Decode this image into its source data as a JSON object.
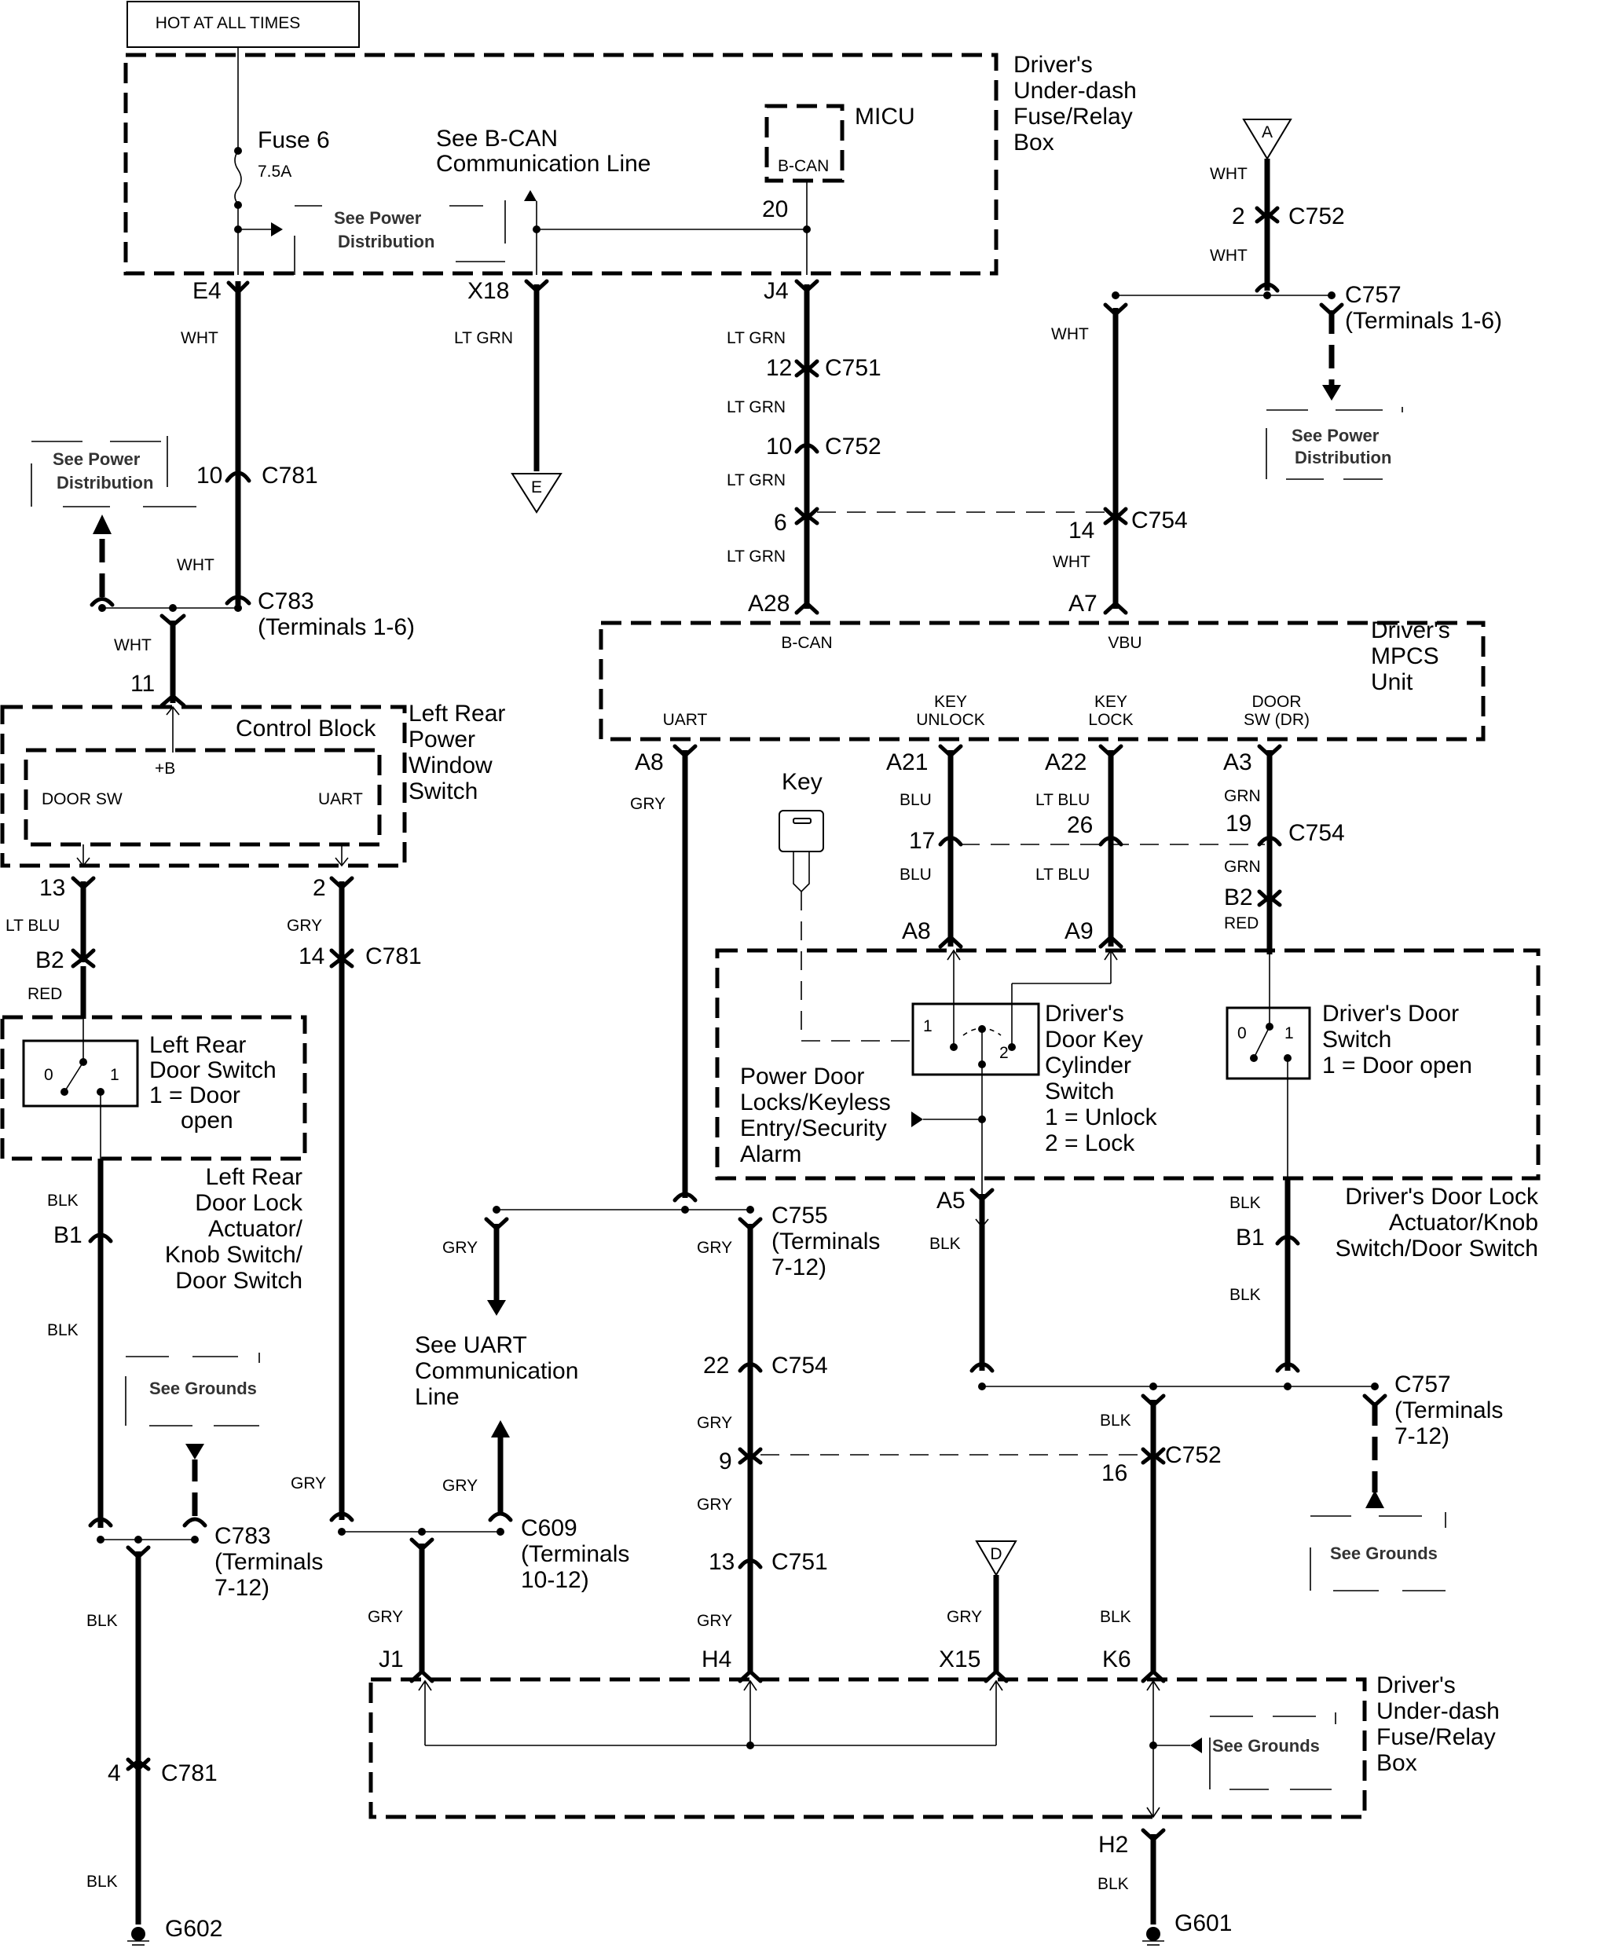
{
  "diagram": {
    "title_box": "HOT AT ALL TIMES",
    "components": {
      "fuse_box_top": [
        "Driver's",
        "Under-dash",
        "Fuse/Relay",
        "Box"
      ],
      "fuse_box_bottom": [
        "Driver's",
        "Under-dash",
        "Fuse/Relay",
        "Box"
      ],
      "micu": "MICU",
      "micu_pin": "B-CAN",
      "mpcs_unit": [
        "Driver's",
        "MPCS",
        "Unit"
      ],
      "mpcs_pins": {
        "bcan": "B-CAN",
        "vbu": "VBU",
        "uart": "UART",
        "key_unlock": [
          "KEY",
          "UNLOCK"
        ],
        "key_lock": [
          "KEY",
          "LOCK"
        ],
        "door_sw": [
          "DOOR",
          "SW (DR)"
        ]
      },
      "lr_window_switch": [
        "Left Rear",
        "Power",
        "Window",
        "Switch"
      ],
      "control_block": "Control Block",
      "control_block_pins": {
        "b": "+B",
        "door_sw": "DOOR SW",
        "uart": "UART"
      },
      "lr_door_switch": [
        "Left Rear",
        "Door Switch",
        "1 = Door",
        "open"
      ],
      "lr_door_lock_actuator": [
        "Left Rear",
        "Door Lock",
        "Actuator/",
        "Knob Switch/",
        "Door Switch"
      ],
      "key": "Key",
      "key_cylinder_switch": [
        "Driver's",
        "Door Key",
        "Cylinder",
        "Switch",
        "1 = Unlock",
        "2 = Lock"
      ],
      "power_door_locks": [
        "Power Door",
        "Locks/Keyless",
        "Entry/Security",
        "Alarm"
      ],
      "drivers_door_switch": [
        "Driver's Door",
        "Switch",
        "1 = Door open"
      ],
      "drivers_door_lock_actuator": [
        "Driver's Door Lock",
        "Actuator/Knob",
        "Switch/Door Switch"
      ],
      "switch_positions": {
        "zero": "0",
        "one": "1",
        "two": "2"
      }
    },
    "fuse": {
      "name": "Fuse 6",
      "rating": "7.5A"
    },
    "references": {
      "see_bcan": [
        "See B-CAN",
        "Communication Line"
      ],
      "see_uart": [
        "See UART",
        "Communication",
        "Line"
      ],
      "see_power": [
        "See Power",
        "Distribution"
      ],
      "see_grounds": "See Grounds"
    },
    "connectors": {
      "c781": "C781",
      "c783": "C783",
      "c783_t16": "(Terminals 1-6)",
      "c783_t712": [
        "(Terminals",
        "7-12)"
      ],
      "c751": "C751",
      "c752": "C752",
      "c754": "C754",
      "c757": "C757",
      "c757_t16": "(Terminals 1-6)",
      "c757_t712": [
        "(Terminals",
        "7-12)"
      ],
      "c755": "C755",
      "c755_t": [
        "(Terminals",
        "7-12)"
      ],
      "c609": "C609",
      "c609_t": [
        "(Terminals",
        "10-12)"
      ]
    },
    "terminals": {
      "e4": "E4",
      "x18": "X18",
      "j4": "J4",
      "pin20": "20",
      "p12": "12",
      "p10": "10",
      "p6": "6",
      "p14": "14",
      "p2": "2",
      "a28": "A28",
      "a7": "A7",
      "a8": "A8",
      "a21": "A21",
      "a22": "A22",
      "a3": "A3",
      "p17": "17",
      "p26": "26",
      "p19": "19",
      "b2": "B2",
      "a8k": "A8",
      "a9": "A9",
      "a5": "A5",
      "b1": "B1",
      "p11": "11",
      "p13": "13",
      "p2lr": "2",
      "p14lr": "14",
      "b2lr": "B2",
      "b1lr": "B1",
      "p10c": "10",
      "p22": "22",
      "p9": "9",
      "p13b": "13",
      "p16": "16",
      "j1": "J1",
      "h4": "H4",
      "x15": "X15",
      "k6": "K6",
      "h2": "H2",
      "p4": "4"
    },
    "wire_colors": {
      "wht": "WHT",
      "lt_grn": "LT GRN",
      "gry": "GRY",
      "blu": "BLU",
      "lt_blu": "LT BLU",
      "grn": "GRN",
      "red": "RED",
      "blk": "BLK"
    },
    "off_page": {
      "a": "A",
      "d": "D",
      "e": "E"
    },
    "grounds": {
      "g601": "G601",
      "g602": "G602"
    }
  }
}
